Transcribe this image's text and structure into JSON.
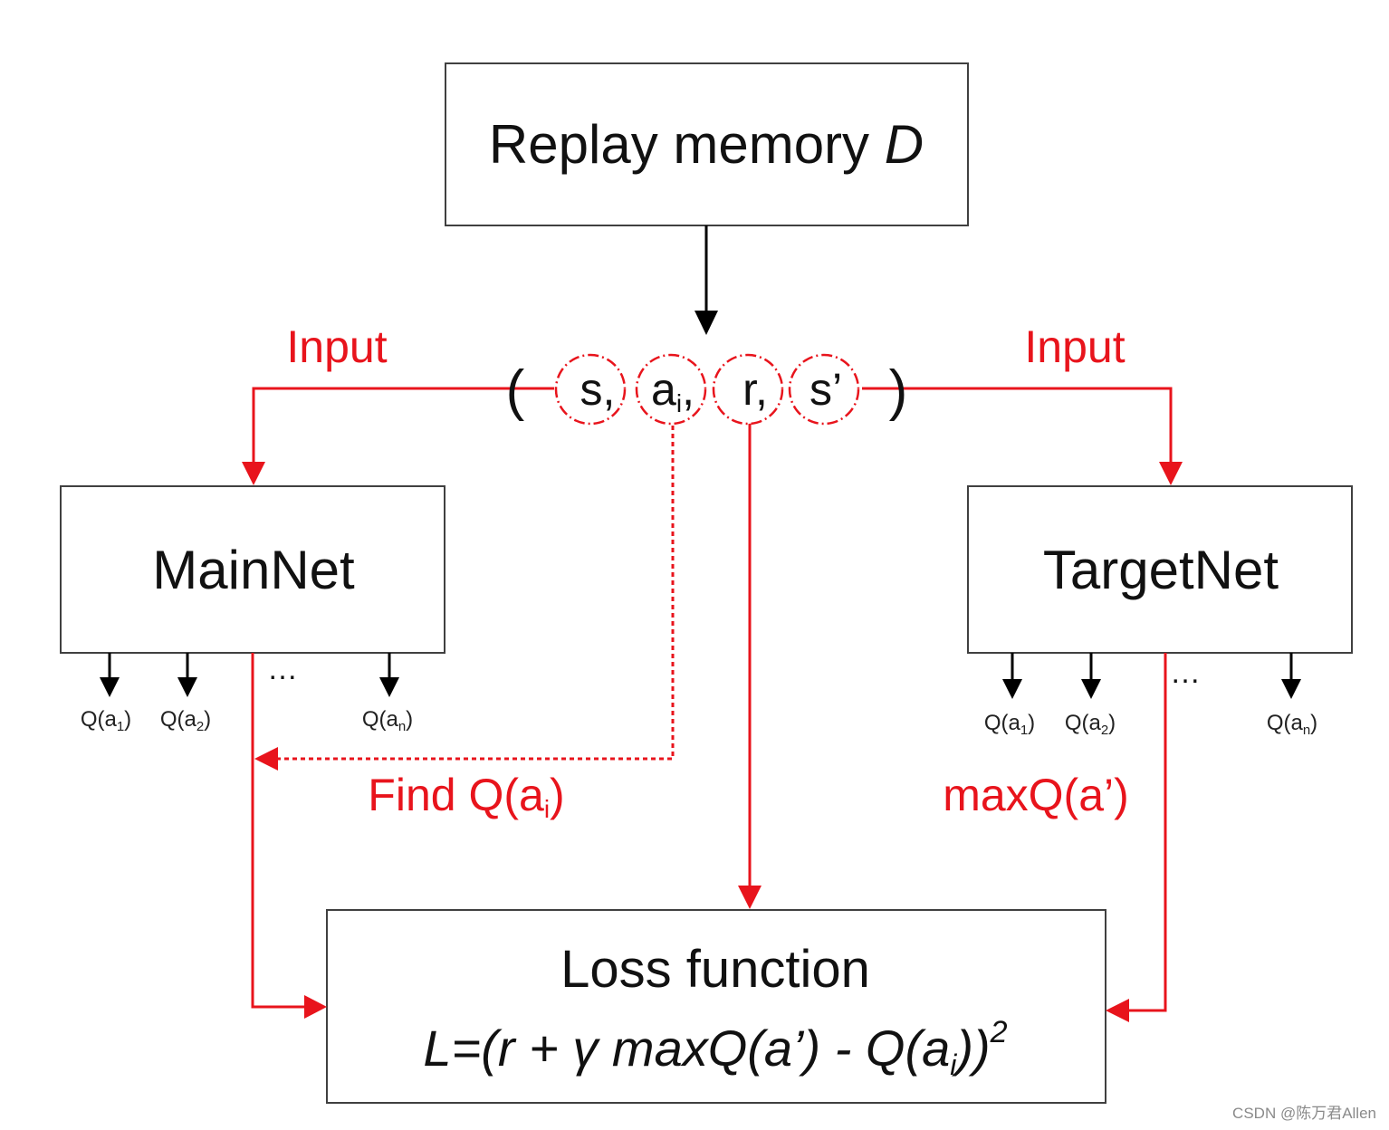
{
  "colors": {
    "accent": "#e8141c",
    "stroke": "#000000",
    "box_border": "#404040",
    "background": "#ffffff"
  },
  "replay_memory": {
    "text": "Replay memory ",
    "italic": "D"
  },
  "tuple": {
    "open": "(",
    "close": ")",
    "items": [
      {
        "base": "s,",
        "sub": ""
      },
      {
        "base": "a",
        "sub": "i",
        "tail": ","
      },
      {
        "base": "r,",
        "sub": ""
      },
      {
        "base": "s’",
        "sub": ""
      }
    ]
  },
  "labels": {
    "input_left": "Input",
    "input_right": "Input",
    "find_q": {
      "base": "Find Q(a",
      "sub": "i",
      "tail": ")"
    },
    "max_q": "maxQ(a’)"
  },
  "main_net": {
    "title": "MainNet",
    "ellipsis": "…",
    "outputs": [
      {
        "base": "Q(a",
        "sub": "1",
        "tail": ")"
      },
      {
        "base": "Q(a",
        "sub": "2",
        "tail": ")"
      },
      {
        "base": "Q(a",
        "sub": "n",
        "tail": ")"
      }
    ]
  },
  "target_net": {
    "title": "TargetNet",
    "ellipsis": "…",
    "outputs": [
      {
        "base": "Q(a",
        "sub": "1",
        "tail": ")"
      },
      {
        "base": "Q(a",
        "sub": "2",
        "tail": ")"
      },
      {
        "base": "Q(a",
        "sub": "n",
        "tail": ")"
      }
    ]
  },
  "loss": {
    "title": "Loss function",
    "formula_main": "L=(r + γ maxQ(a’) - Q(a",
    "formula_sub": "i",
    "formula_tail": "))",
    "formula_sup": "2"
  },
  "watermark": "CSDN @陈万君Allen"
}
